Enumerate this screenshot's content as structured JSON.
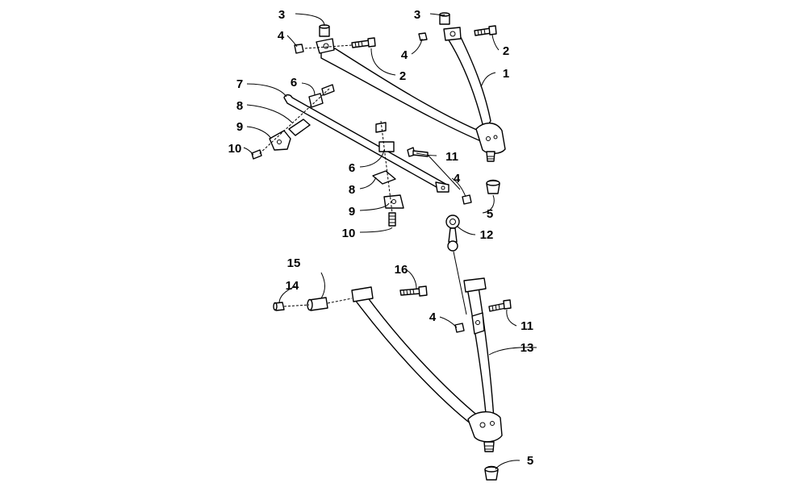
{
  "diagram": {
    "callouts": [
      {
        "id": "c1",
        "label": "1"
      },
      {
        "id": "c2a",
        "label": "2"
      },
      {
        "id": "c2b",
        "label": "2"
      },
      {
        "id": "c3a",
        "label": "3"
      },
      {
        "id": "c3b",
        "label": "3"
      },
      {
        "id": "c4a",
        "label": "4"
      },
      {
        "id": "c4b",
        "label": "4"
      },
      {
        "id": "c4c",
        "label": "4"
      },
      {
        "id": "c4d",
        "label": "4"
      },
      {
        "id": "c5a",
        "label": "5"
      },
      {
        "id": "c5b",
        "label": "5"
      },
      {
        "id": "c6a",
        "label": "6"
      },
      {
        "id": "c6b",
        "label": "6"
      },
      {
        "id": "c7",
        "label": "7"
      },
      {
        "id": "c8a",
        "label": "8"
      },
      {
        "id": "c8b",
        "label": "8"
      },
      {
        "id": "c9a",
        "label": "9"
      },
      {
        "id": "c9b",
        "label": "9"
      },
      {
        "id": "c10a",
        "label": "10"
      },
      {
        "id": "c10b",
        "label": "10"
      },
      {
        "id": "c11a",
        "label": "11"
      },
      {
        "id": "c11b",
        "label": "11"
      },
      {
        "id": "c12",
        "label": "12"
      },
      {
        "id": "c13",
        "label": "13"
      },
      {
        "id": "c14",
        "label": "14"
      },
      {
        "id": "c15",
        "label": "15"
      },
      {
        "id": "c16",
        "label": "16"
      }
    ]
  }
}
